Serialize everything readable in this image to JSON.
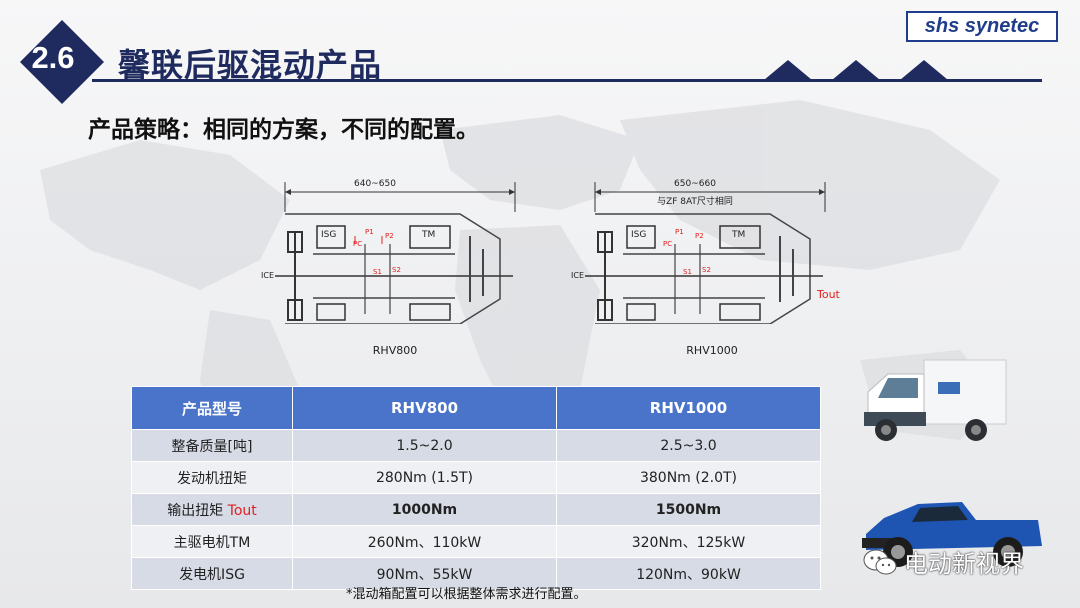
{
  "header": {
    "section_number": "2.6",
    "title": "馨联后驱混动产品",
    "logo_text": "shs synetec"
  },
  "subtitle": "产品策略：相同的方案，不同的配置。",
  "diagrams": [
    {
      "model": "RHV800",
      "dimension": "640~650",
      "dimension_note": "",
      "labels": {
        "isg": "ISG",
        "tm": "TM",
        "ice": "ICE",
        "p1": "P1",
        "p2": "P2",
        "pc": "PC",
        "s1": "S1",
        "s2": "S2",
        "tout": ""
      }
    },
    {
      "model": "RHV1000",
      "dimension": "650~660",
      "dimension_note": "与ZF 8AT尺寸相同",
      "labels": {
        "isg": "ISG",
        "tm": "TM",
        "ice": "ICE",
        "p1": "P1",
        "p2": "P2",
        "pc": "PC",
        "s1": "S1",
        "s2": "S2",
        "tout": "Tout"
      }
    }
  ],
  "table": {
    "headers": [
      "产品型号",
      "RHV800",
      "RHV1000"
    ],
    "rows": [
      {
        "label": "整备质量[吨]",
        "label_red": "",
        "v1": "1.5~2.0",
        "v2": "2.5~3.0"
      },
      {
        "label": "发动机扭矩",
        "label_red": "",
        "v1": "280Nm (1.5T)",
        "v2": "380Nm (2.0T)"
      },
      {
        "label": "输出扭矩 ",
        "label_red": "Tout",
        "v1": "1000Nm",
        "v2": "1500Nm"
      },
      {
        "label": "主驱电机TM",
        "label_red": "",
        "v1": "260Nm、110kW",
        "v2": "320Nm、125kW"
      },
      {
        "label": "发电机ISG",
        "label_red": "",
        "v1": "90Nm、55kW",
        "v2": "120Nm、90kW"
      }
    ]
  },
  "footnote": "*混动箱配置可以根据整体需求进行配置。",
  "watermark": "电动新视界",
  "colors": {
    "navy": "#1f2b5e",
    "table_header": "#4a74c9",
    "accent_red": "#e02020"
  }
}
